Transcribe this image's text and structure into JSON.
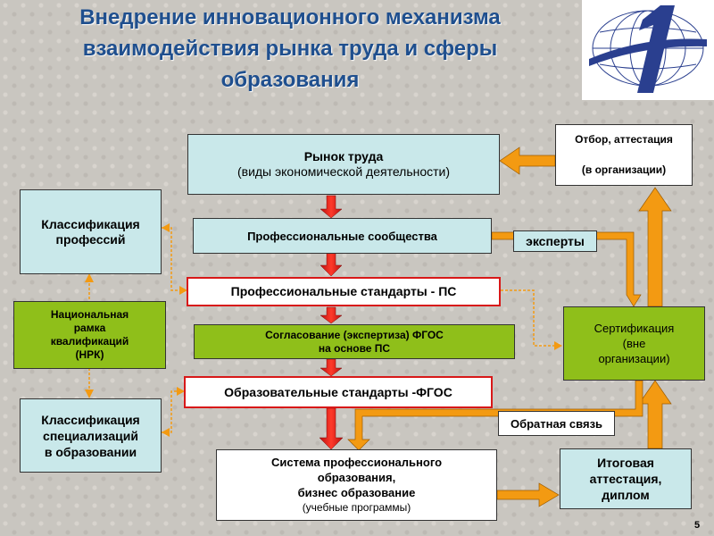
{
  "title": {
    "line1": "Внедрение инновационного механизма",
    "line2": "взаимодействия рынка труда и сферы",
    "line3": "образования"
  },
  "colors": {
    "title": "#1f4f8e",
    "cyan_box": "#c9e8ea",
    "green_box": "#8fbf1a",
    "red_arrow": "#e02020",
    "orange_arrow": "#f39a12",
    "logo_blue": "#2a3f8f"
  },
  "logo": {
    "icon": "globe-number-one-logo"
  },
  "boxes": {
    "labor_market": {
      "line1": "Рынок труда",
      "line2": "(виды экономической деятельности)"
    },
    "prof_communities": "Профессиональные сообщества",
    "prof_standards": "Профессиональные стандарты - ПС",
    "fgos_agreement": {
      "line1": "Согласование (экспертиза) ФГОС",
      "line2": "на основе ПС"
    },
    "edu_standards": "Образовательные стандарты -ФГОС",
    "prof_edu_system": {
      "line1": "Система профессионального",
      "line2": "образования,",
      "line3": "бизнес образование",
      "line4": "(учебные программы)"
    },
    "prof_classification": {
      "line1": "Классификация",
      "line2": "профессий"
    },
    "nrk": {
      "line1": "Национальная",
      "line2": "рамка",
      "line3": "квалификаций",
      "line4": "(НРК)"
    },
    "spec_classification": {
      "line1": "Классификация",
      "line2": "специализаций",
      "line3": "в образовании"
    },
    "selection": {
      "line1": "Отбор, аттестация",
      "line2": "(в организации)"
    },
    "experts": "эксперты",
    "certification": {
      "line1": "Сертификация",
      "line2": "(вне",
      "line3": "организации)"
    },
    "feedback": "Обратная связь",
    "final_attestation": {
      "line1": "Итоговая",
      "line2": "аттестация,",
      "line3": "диплом"
    }
  },
  "page_number": "5"
}
